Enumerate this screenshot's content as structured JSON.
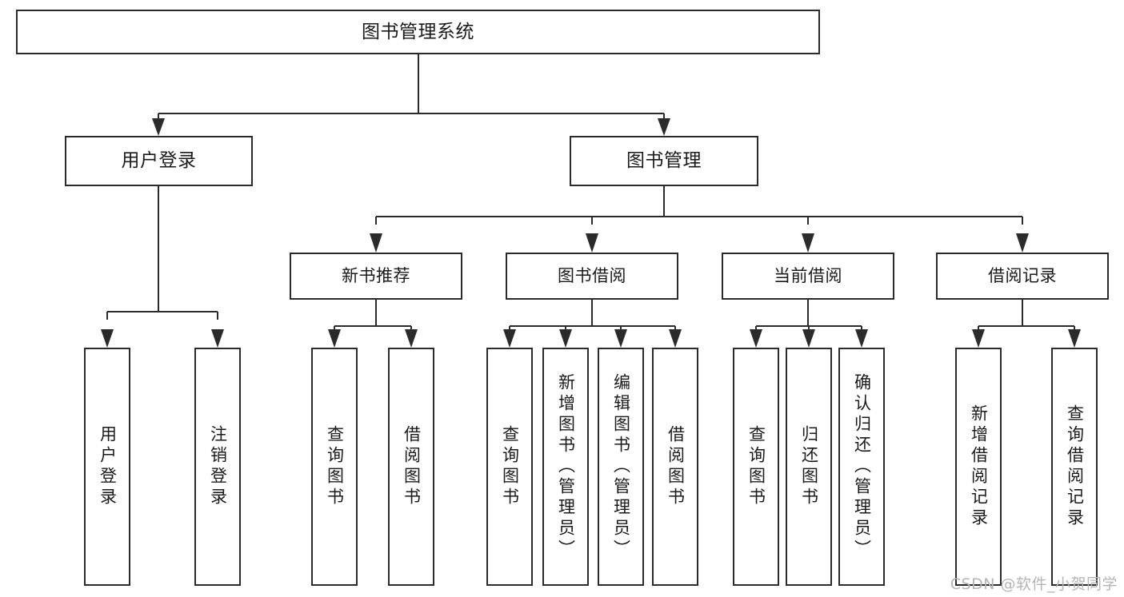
{
  "diagram": {
    "title": "图书管理系统",
    "type": "hierarchy-tree",
    "background_color": "#ffffff",
    "line_color": "#2b2b2b",
    "box_fill": "#ffffff",
    "watermark": "CSDN @软件_小贺同学",
    "nodes": {
      "root": {
        "label": "图书管理系统"
      },
      "level2": [
        {
          "id": "user-login",
          "label": "用户登录"
        },
        {
          "id": "book-manage",
          "label": "图书管理"
        }
      ],
      "level3": [
        {
          "id": "new-book-rec",
          "label": "新书推荐"
        },
        {
          "id": "book-borrow",
          "label": "图书借阅"
        },
        {
          "id": "current-borrow",
          "label": "当前借阅"
        },
        {
          "id": "borrow-record",
          "label": "借阅记录"
        }
      ],
      "leaves": [
        {
          "id": "leaf-user-login",
          "label": "用户登录",
          "parent": "user-login"
        },
        {
          "id": "leaf-logout",
          "label": "注销登录",
          "parent": "user-login"
        },
        {
          "id": "leaf-query-book-1",
          "label": "查询图书",
          "parent": "new-book-rec"
        },
        {
          "id": "leaf-borrow-book-1",
          "label": "借阅图书",
          "parent": "new-book-rec"
        },
        {
          "id": "leaf-query-book-2",
          "label": "查询图书",
          "parent": "book-borrow"
        },
        {
          "id": "leaf-add-book",
          "label": "新增图书（管理员）",
          "parent": "book-borrow"
        },
        {
          "id": "leaf-edit-book",
          "label": "编辑图书（管理员）",
          "parent": "book-borrow"
        },
        {
          "id": "leaf-borrow-book-2",
          "label": "借阅图书",
          "parent": "book-borrow"
        },
        {
          "id": "leaf-query-book-3",
          "label": "查询图书",
          "parent": "current-borrow"
        },
        {
          "id": "leaf-return-book",
          "label": "归还图书",
          "parent": "current-borrow"
        },
        {
          "id": "leaf-confirm-return",
          "label": "确认归还（管理员）",
          "parent": "current-borrow"
        },
        {
          "id": "leaf-add-record",
          "label": "新增借阅记录",
          "parent": "borrow-record"
        },
        {
          "id": "leaf-query-record",
          "label": "查询借阅记录",
          "parent": "borrow-record"
        }
      ]
    }
  }
}
